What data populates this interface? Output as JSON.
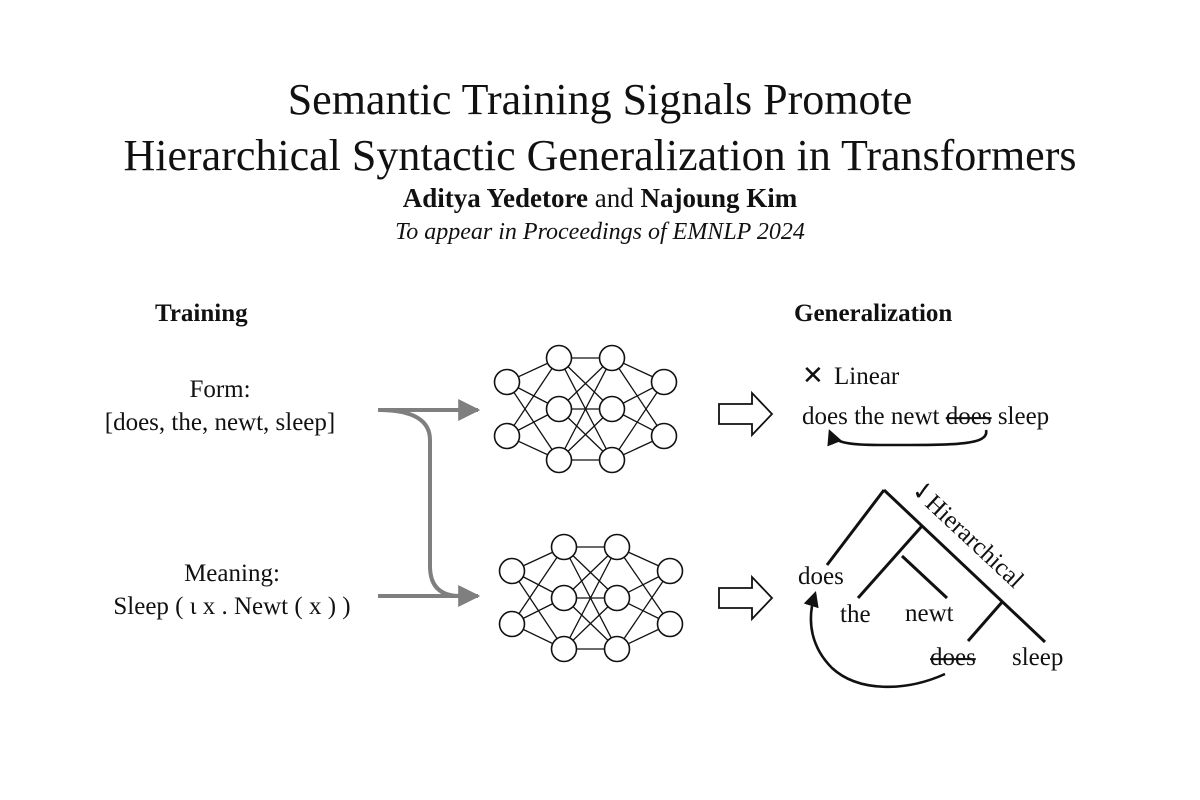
{
  "title_line1": "Semantic Training Signals Promote",
  "title_line2": "Hierarchical Syntactic Generalization in Transformers",
  "author1": "Aditya Yedetore",
  "author_join": "and",
  "author2": "Najoung Kim",
  "venue": "To appear in Proceedings of EMNLP 2024",
  "training": {
    "heading": "Training",
    "form_label": "Form:",
    "form_value": "[does, the, newt, sleep]",
    "meaning_label": "Meaning:",
    "meaning_value": "Sleep ( ι x . Newt ( x ) )"
  },
  "generalization": {
    "heading": "Generalization",
    "linear_mark": "✕",
    "linear_label": "Linear",
    "linear_sentence": {
      "words": [
        "does",
        "the",
        "newt",
        "does",
        "sleep"
      ],
      "struck_index": 3
    },
    "hier_mark": "✓",
    "hier_label": "Hierarchical",
    "tree_words": {
      "does": "does",
      "the": "the",
      "newt": "newt",
      "does_struck": "does",
      "sleep": "sleep"
    }
  },
  "colors": {
    "arrow_gray": "#7f7f7f",
    "ink": "#111111"
  }
}
